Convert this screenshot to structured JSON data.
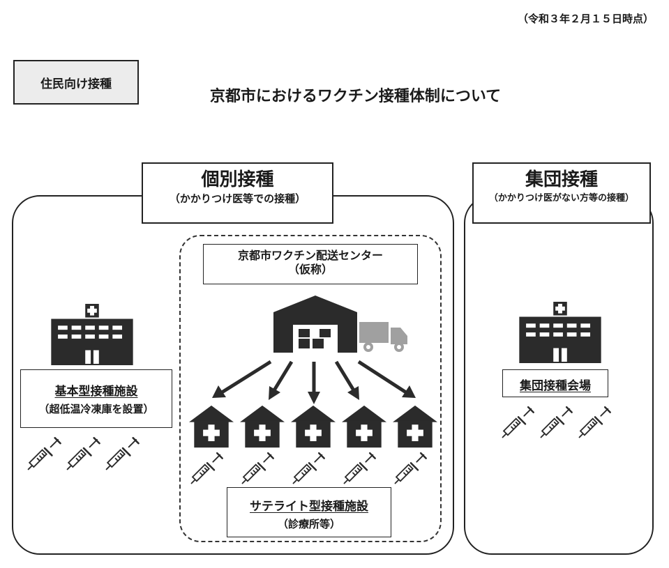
{
  "header": {
    "date_note": "（令和３年２月１５日時点）",
    "tag": "住民向け接種",
    "title": "京都市におけるワクチン接種体制について"
  },
  "individual": {
    "title": "個別接種",
    "subtitle": "（かかりつけ医等での接種）",
    "center_name": "京都市ワクチン配送センター",
    "center_note": "（仮称）",
    "basic_facility": "基本型接種施設",
    "basic_note": "（超低温冷凍庫を設置）",
    "satellite_facility": "サテライト型接種施設",
    "satellite_note": "（診療所等）"
  },
  "group": {
    "title": "集団接種",
    "subtitle": "（かかりつけ医がない方等の接種）",
    "venue": "集団接種会場"
  },
  "icons": {
    "hospital": "hospital-icon",
    "warehouse": "warehouse-icon",
    "truck": "truck-icon",
    "clinic": "clinic-house-icon",
    "syringe": "syringe-icon",
    "arrow": "arrow-icon"
  },
  "colors": {
    "icon": "#2b2b2b",
    "truck": "#a0a0a0",
    "tag_bg": "#ececec"
  }
}
